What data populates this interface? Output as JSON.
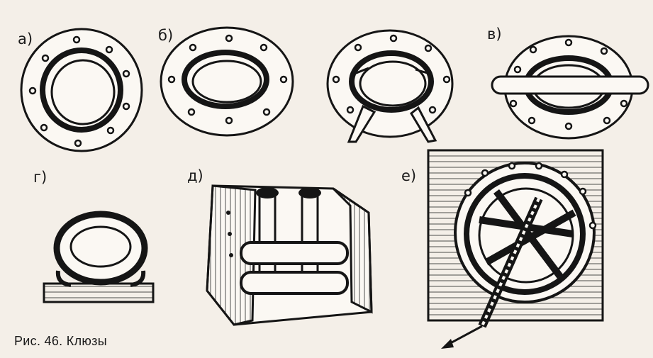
{
  "figure": {
    "labels": {
      "a": "а)",
      "b": "б)",
      "v": "в)",
      "g": "г)",
      "d": "д)",
      "e": "е)"
    },
    "caption": "Рис. 46. Клюзы"
  }
}
